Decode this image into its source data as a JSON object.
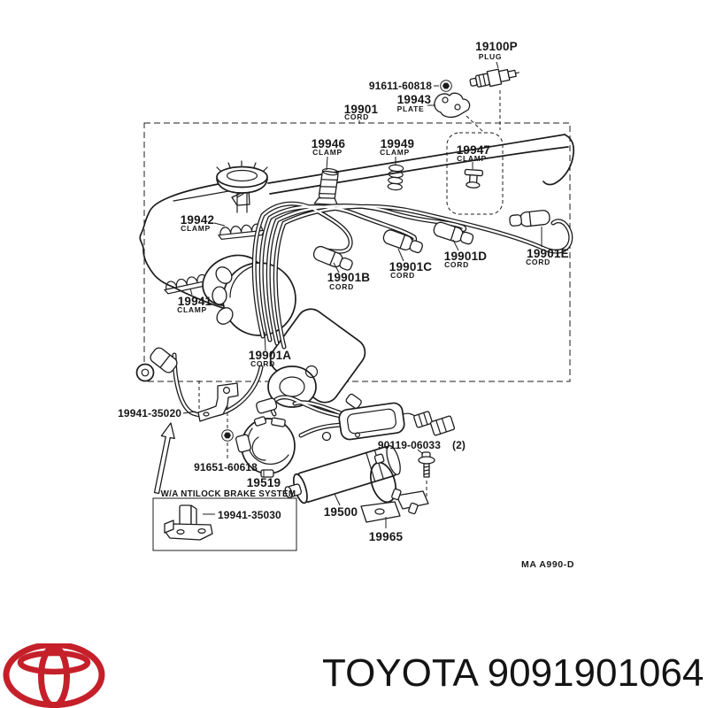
{
  "diagram": {
    "ref_code": "MA  A990-D",
    "abs_note": "W/A NTILOCK BRAKE SYSTEM",
    "labels": {
      "plug": {
        "number": "19100P",
        "caption": "PLUG"
      },
      "bolt_plate": {
        "number": "91611-60818"
      },
      "plate": {
        "number": "19943",
        "caption": "PLATE"
      },
      "cord_set": {
        "number": "19901",
        "caption": "CORD"
      },
      "clamp_19946": {
        "number": "19946",
        "caption": "CLAMP"
      },
      "clamp_19949": {
        "number": "19949",
        "caption": "CLAMP"
      },
      "clamp_19947": {
        "number": "19947",
        "caption": "CLAMP"
      },
      "clamp_19942": {
        "number": "19942",
        "caption": "CLAMP"
      },
      "clamp_19941": {
        "number": "19941",
        "caption": "CLAMP"
      },
      "cord_a": {
        "number": "19901A",
        "caption": "CORD"
      },
      "cord_b": {
        "number": "19901B",
        "caption": "CORD"
      },
      "cord_c": {
        "number": "19901C",
        "caption": "CORD"
      },
      "cord_d": {
        "number": "19901D",
        "caption": "CORD"
      },
      "cord_e": {
        "number": "19901E",
        "caption": "CORD"
      },
      "bracket_upper": {
        "number": "19941-35020"
      },
      "nut": {
        "number": "91651-60618"
      },
      "dust_cover": {
        "number": "19519"
      },
      "coil_bolt": {
        "number": "90119-06033",
        "qty": "(2)"
      },
      "coil": {
        "number": "19500"
      },
      "coil_bracket": {
        "number": "19965"
      },
      "bracket_abs": {
        "number": "19941-35030"
      }
    }
  },
  "footer": {
    "text": "TOYOTA 9091901064",
    "logo_color": "#c5202a"
  }
}
